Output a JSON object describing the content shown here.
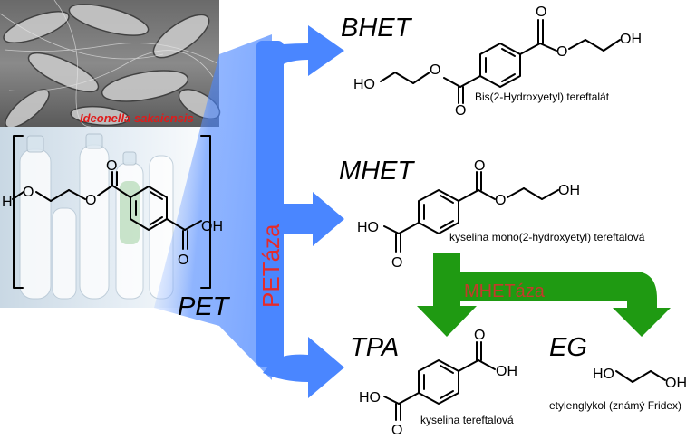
{
  "microbe": {
    "label": "Ideonella sakaiensis",
    "label_color": "#e01b1b"
  },
  "enzymes": {
    "petase": {
      "label": "PETáza",
      "color": "#e52b2b"
    },
    "mhetase": {
      "label": "MHETáza",
      "color": "#c43a2a"
    }
  },
  "arrow_colors": {
    "blue": "#4a86ff",
    "green": "#1f9a12"
  },
  "compounds": {
    "pet": {
      "name": "PET"
    },
    "bhet": {
      "name": "BHET",
      "caption": "Bis(2-Hydroxyetyl) tereftalát"
    },
    "mhet": {
      "name": "MHET",
      "caption": "kyselina mono(2-hydroxyetyl) tereftalová"
    },
    "tpa": {
      "name": "TPA",
      "caption": "kyselina tereftalová"
    },
    "eg": {
      "name": "EG",
      "caption": "etylenglykol (známý Fridex)"
    }
  },
  "atoms": {
    "o": "O",
    "ho": "HO",
    "oh": "OH",
    "h": "H"
  }
}
